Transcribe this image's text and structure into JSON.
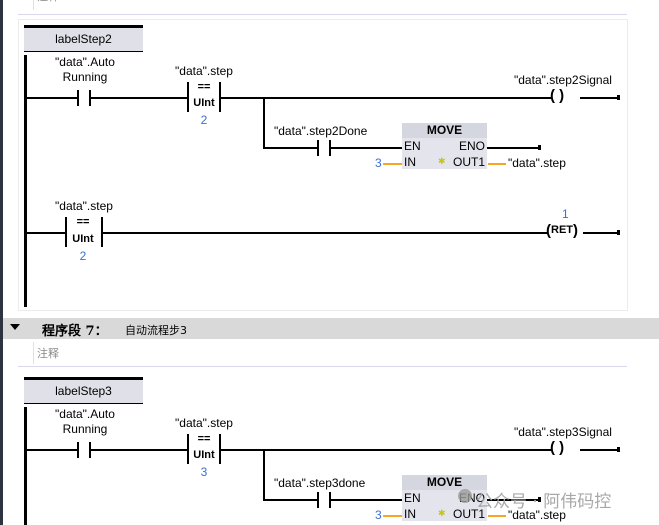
{
  "comment_placeholder": "注释",
  "networks": [
    {
      "label": "labelStep2",
      "rungs": [
        {
          "contact": {
            "tag_line1": "\"data\".Auto",
            "tag_line2": "Running"
          },
          "compare": {
            "tag": "\"data\".step",
            "operator": "==",
            "type": "UInt",
            "value": "2"
          },
          "coil": {
            "tag": "\"data\".step2Signal",
            "symbol": "( )"
          },
          "branch_contact": {
            "tag": "\"data\".step2Done"
          },
          "move": {
            "title": "MOVE",
            "en": "EN",
            "eno": "ENO",
            "in": "IN",
            "out": "OUT1",
            "in_value": "3",
            "out_tag": "\"data\".step"
          }
        },
        {
          "compare": {
            "tag": "\"data\".step",
            "operator": "==",
            "type": "UInt",
            "value": "2"
          },
          "ret": {
            "label": "RET",
            "value": "1"
          }
        }
      ]
    },
    {
      "section_title": "程序段 7：",
      "section_subtitle": "自动流程步3",
      "label": "labelStep3",
      "rungs": [
        {
          "contact": {
            "tag_line1": "\"data\".Auto",
            "tag_line2": "Running"
          },
          "compare": {
            "tag": "\"data\".step",
            "operator": "==",
            "type": "UInt",
            "value": "3"
          },
          "coil": {
            "tag": "\"data\".step3Signal",
            "symbol": "( )"
          },
          "branch_contact": {
            "tag": "\"data\".step3done"
          },
          "move": {
            "title": "MOVE",
            "en": "EN",
            "eno": "ENO",
            "in": "IN",
            "out": "OUT1",
            "in_value": "3",
            "out_tag": "\"data\".step"
          }
        }
      ]
    }
  ],
  "watermark": "公众号 · 阿伟码控",
  "colors": {
    "wire": "#000000",
    "value_blue": "#3a6fd8",
    "box_wire": "#f5a623",
    "section_bg": "#d9d9d9",
    "label_bg": "#dfe0e8"
  }
}
